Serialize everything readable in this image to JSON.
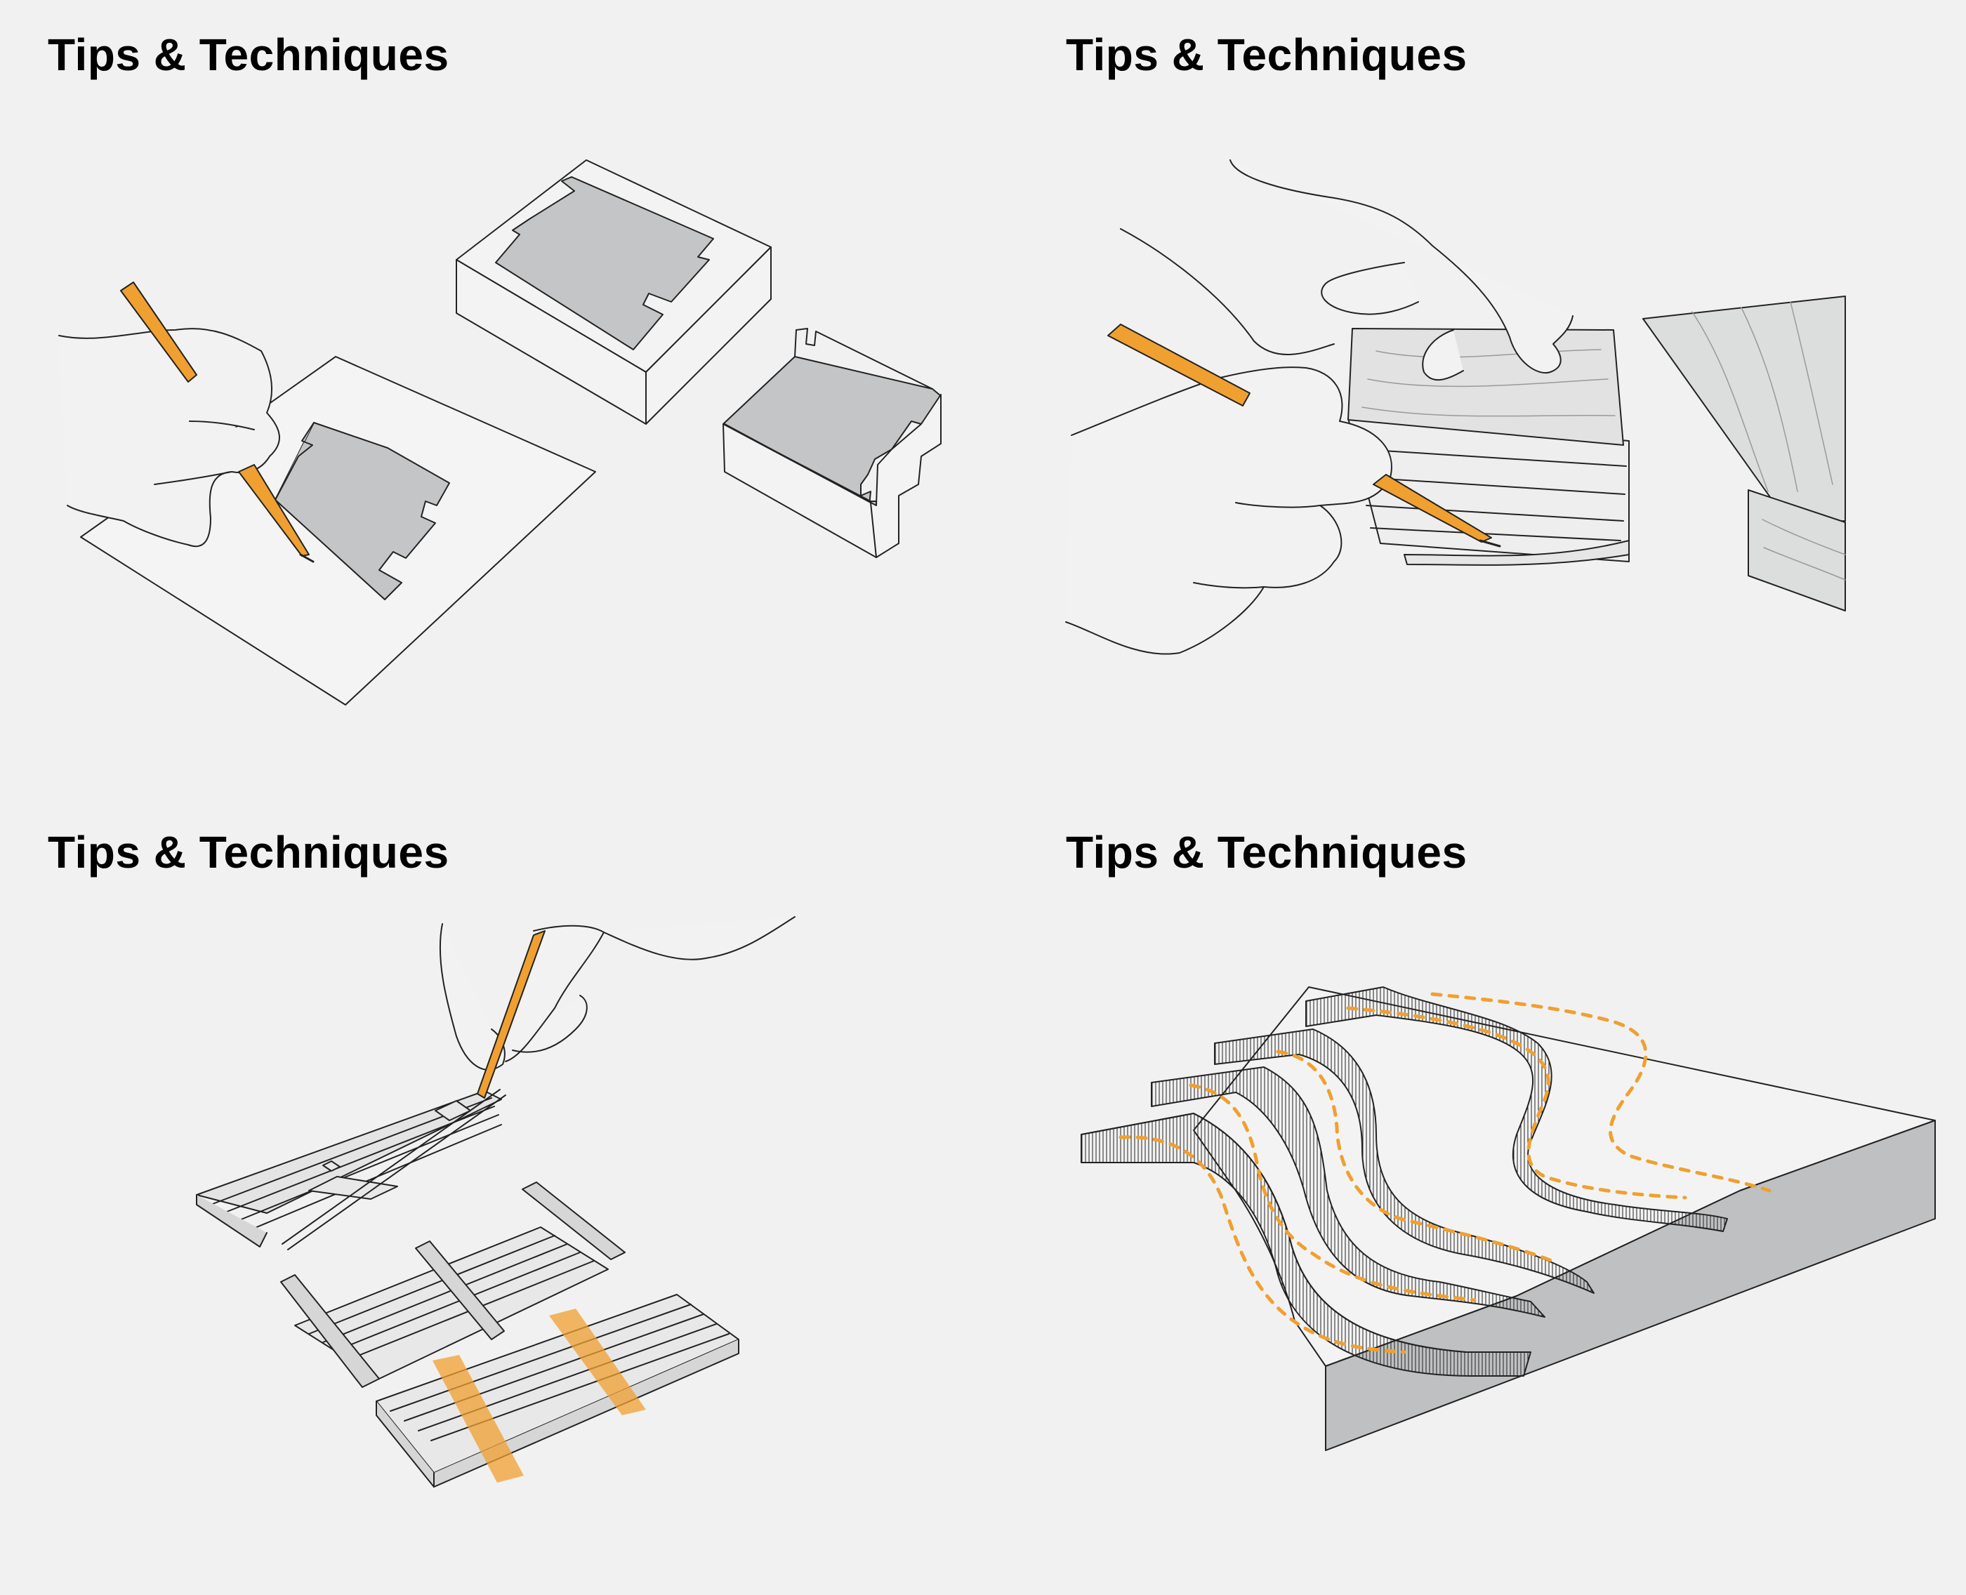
{
  "panels": [
    {
      "title": "Tips & Techniques",
      "illustration": "cutting-template-and-stacked-blocks"
    },
    {
      "title": "Tips & Techniques",
      "illustration": "cutting-wood-veneer-sheets"
    },
    {
      "title": "Tips & Techniques",
      "illustration": "cutting-and-taping-strip-bundles"
    },
    {
      "title": "Tips & Techniques",
      "illustration": "stepped-contour-terrain-model"
    }
  ],
  "colors": {
    "background": "#f1f1f1",
    "accent_orange": "#f0a030",
    "accent_orange_dark": "#d97f12",
    "material_gray": "#c3c5c6",
    "line": "#222222",
    "surface_white": "#f2f2f2"
  }
}
